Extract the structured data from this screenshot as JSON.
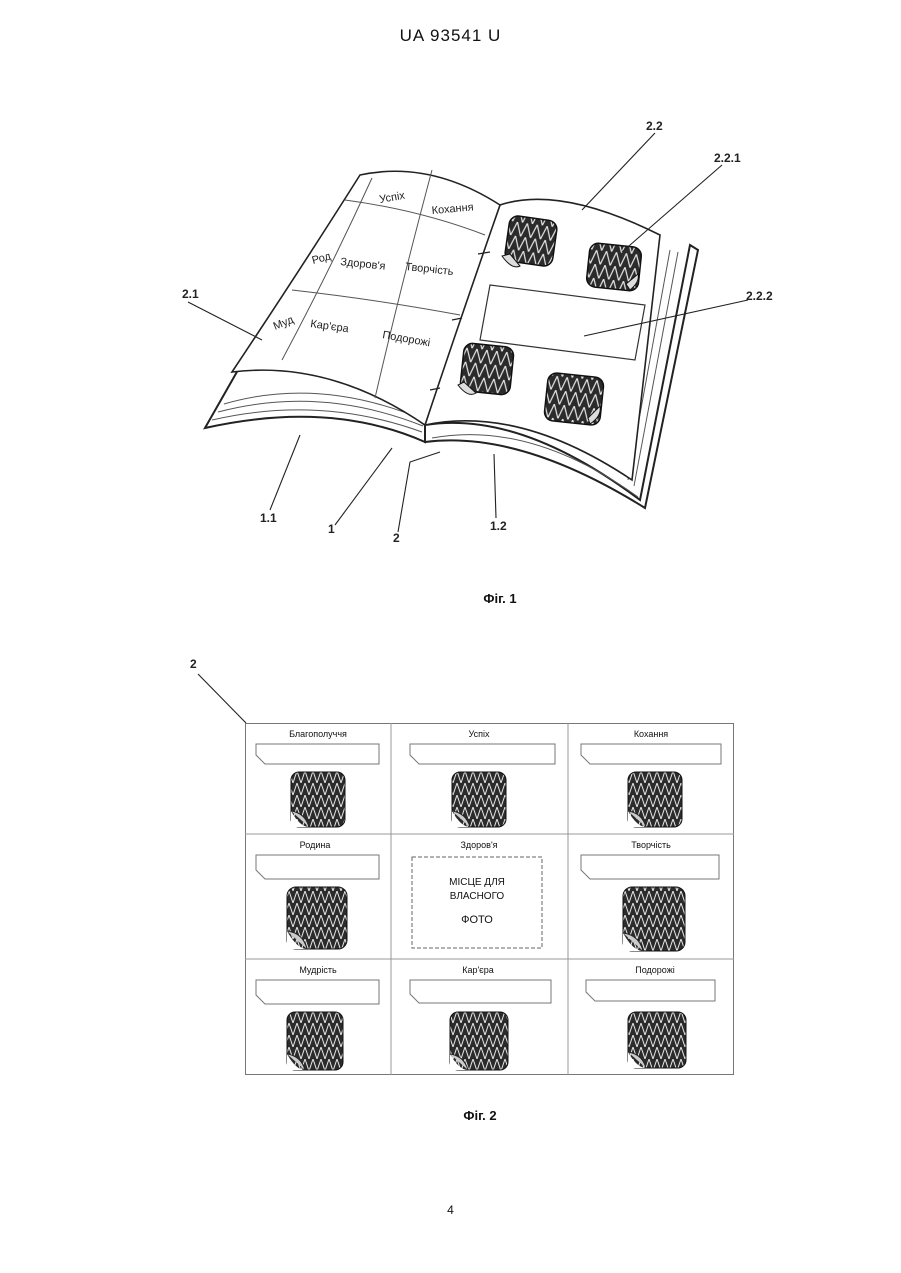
{
  "header": {
    "text": "UA   93541   U"
  },
  "figure1": {
    "caption": "Фіг. 1",
    "callouts": {
      "l_2_2": "2.2",
      "l_2_2_1": "2.2.1",
      "l_2_1": "2.1",
      "l_2_2_2": "2.2.2",
      "l_1_1": "1.1",
      "l_1": "1",
      "l_2": "2",
      "l_1_2": "1.2"
    },
    "page_words": {
      "w1": "Успіх",
      "w2": "Кохання",
      "w3": "Род",
      "w4": "Здоров'я",
      "w5": "Творчість",
      "w6": "Муд",
      "w7": "Кар'єра",
      "w8": "Подорожі"
    }
  },
  "figure2": {
    "caption": "Фіг. 2",
    "ref_label": "2",
    "cells": [
      {
        "title": "Благополуччя"
      },
      {
        "title": "Успіх"
      },
      {
        "title": "Кохання"
      },
      {
        "title": "Родина"
      },
      {
        "title": "Здоров'я",
        "photo_line1": "МІСЦЕ ДЛЯ",
        "photo_line2": "ВЛАСНОГО",
        "photo_line3": "ФОТО"
      },
      {
        "title": "Творчість"
      },
      {
        "title": "Мудрість"
      },
      {
        "title": "Кар'єра"
      },
      {
        "title": "Подорожі"
      }
    ]
  },
  "page_number": "4"
}
